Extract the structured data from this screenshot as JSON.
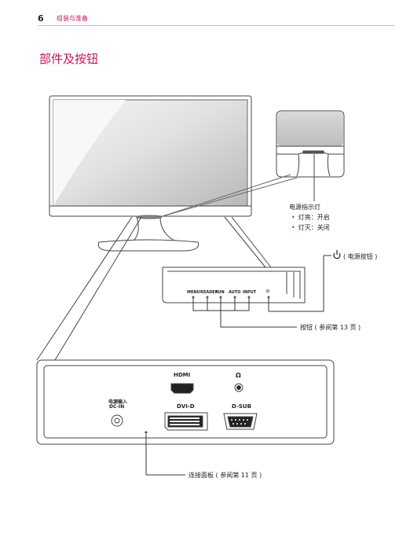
{
  "header": {
    "page_number": "6",
    "section": "组装与准备"
  },
  "title": "部件及按钮",
  "power_indicator": {
    "title": "电源指示灯",
    "items": [
      "灯亮：开启",
      "灯灭：关闭"
    ]
  },
  "power_button_label": "( 电源按钮 )",
  "buttons_callout": "按钮 ( 参阅第 13 页 )",
  "connection_callout": "连接面板 ( 参阅第 11 页 )",
  "control_labels": [
    "MENU",
    "READER",
    "FUN",
    "AUTO",
    "INPUT",
    "⏻"
  ],
  "ports": {
    "hdmi": "HDMI",
    "headphone": "Ω",
    "dc_in_line1": "电源输入",
    "dc_in_line2": "DC-IN",
    "dvi": "DVI-D",
    "dsub": "D-SUB"
  },
  "colors": {
    "accent": "#c8145a",
    "line": "#444444"
  }
}
